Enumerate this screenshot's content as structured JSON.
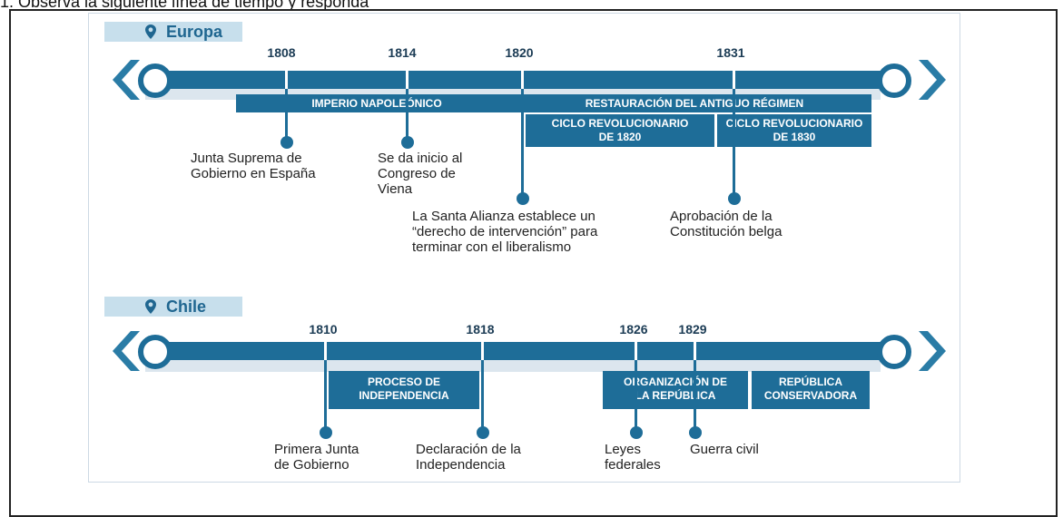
{
  "instruction": "1. Observa la siguiente línea de tiempo y responda",
  "colors": {
    "timeline": "#1e6d98",
    "region_bg": "#c7dfec",
    "region_text": "#1f6690"
  },
  "europe": {
    "region": "Europa",
    "icon": "location-pin-icon",
    "years": [
      "1808",
      "1814",
      "1820",
      "1831"
    ],
    "periods": {
      "imperio": "IMPERIO NAPOLEÓNICO",
      "restauracion": "RESTAURACIÓN DEL ANTIGUO RÉGIMEN",
      "ciclo1820": "CICLO REVOLUCIONARIO\nDE 1820",
      "ciclo1830": "CICLO REVOLUCIONARIO\nDE 1830"
    },
    "events": {
      "junta": "Junta Suprema de\nGobierno en España",
      "congreso": "Se da inicio al\nCongreso de\nViena",
      "alianza": "La Santa Alianza establece un\n“derecho de intervención” para\nterminar con el liberalismo",
      "belga": "Aprobación de la\nConstitución belga"
    }
  },
  "chile": {
    "region": "Chile",
    "icon": "location-pin-icon",
    "years": [
      "1810",
      "1818",
      "1826",
      "1829"
    ],
    "periods": {
      "independencia": "PROCESO DE\nINDEPENDENCIA",
      "organizacion": "ORGANIZACIÓN DE\nLA REPÚBLICA",
      "conservadora": "REPÚBLICA\nCONSERVADORA"
    },
    "events": {
      "junta": "Primera Junta\nde Gobierno",
      "declaracion": "Declaración de la\nIndependencia",
      "leyes": "Leyes\nfederales",
      "guerra": "Guerra civil"
    }
  }
}
